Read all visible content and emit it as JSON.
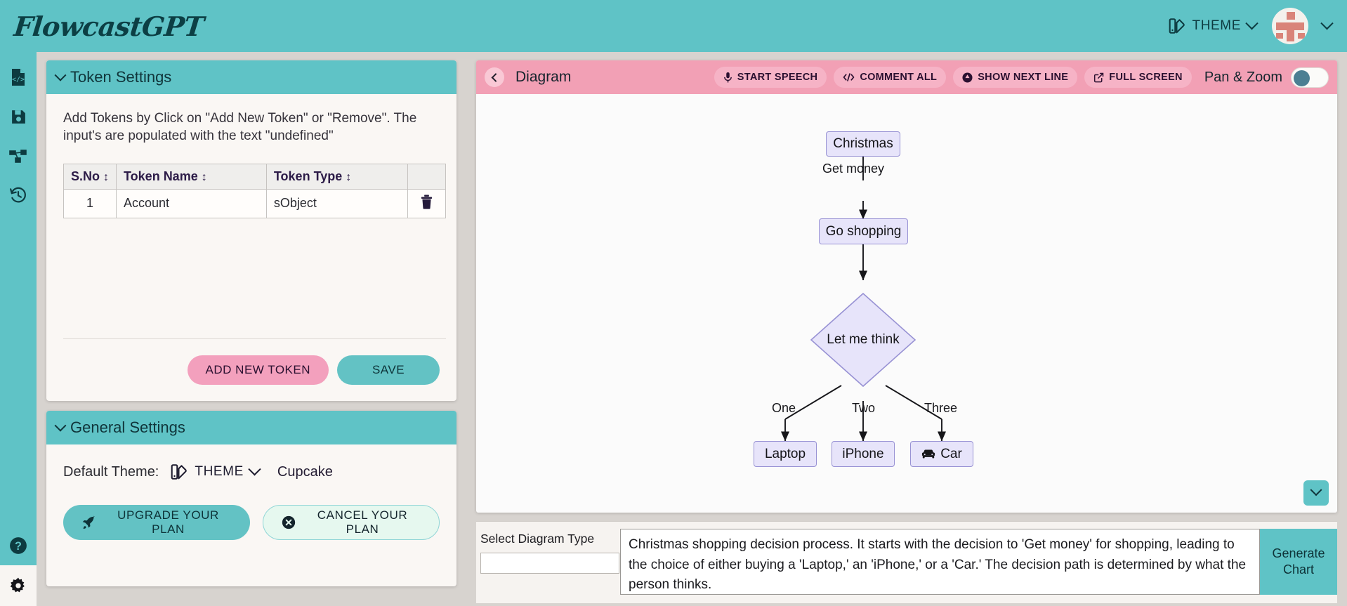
{
  "app": {
    "brand": "FlowcastGPT"
  },
  "topbar": {
    "theme_label": "THEME",
    "theme_icon": "palette-icon",
    "avatar_chevron_icon": "chevron-down-icon"
  },
  "rail": {
    "items": [
      {
        "name": "code-file-icon",
        "label": "Code"
      },
      {
        "name": "save-icon",
        "label": "Save"
      },
      {
        "name": "sitemap-icon",
        "label": "Diagram"
      },
      {
        "name": "history-icon",
        "label": "History"
      }
    ],
    "bottom": [
      {
        "name": "help-icon",
        "label": "Help"
      },
      {
        "name": "gear-icon",
        "label": "Settings"
      }
    ]
  },
  "token_settings": {
    "title": "Token Settings",
    "description": "Add Tokens by Click on \"Add New Token\" or \"Remove\". The input's are populated with the text \"undefined\"",
    "table": {
      "columns": [
        "S.No",
        "Token Name",
        "Token Type",
        ""
      ],
      "sort_glyph": "↕",
      "rows": [
        {
          "sno": "1",
          "token_name": "Account",
          "token_type": "sObject",
          "action_icon": "trash-icon"
        }
      ]
    },
    "add_button": "ADD NEW TOKEN",
    "save_button": "SAVE"
  },
  "general_settings": {
    "title": "General Settings",
    "default_theme_label": "Default Theme:",
    "theme_button": "THEME",
    "theme_value": "Cupcake",
    "upgrade_button": "UPGRADE YOUR PLAN",
    "cancel_button": "CANCEL YOUR PLAN"
  },
  "diagram_panel": {
    "title": "Diagram",
    "back_icon": "chevron-left-icon",
    "actions": [
      {
        "label": "START SPEECH",
        "icon": "microphone-icon"
      },
      {
        "label": "COMMENT ALL",
        "icon": "code-brackets-icon"
      },
      {
        "label": "SHOW NEXT LINE",
        "icon": "play-circle-icon"
      },
      {
        "label": "FULL SCREEN",
        "icon": "external-link-icon"
      }
    ],
    "pan_zoom_label": "Pan & Zoom",
    "pan_zoom_on": false,
    "scroll_down_icon": "chevron-down-icon"
  },
  "flowchart": {
    "type": "flowchart",
    "nodes": [
      {
        "id": "christmas",
        "label": "Christmas",
        "shape": "rect"
      },
      {
        "id": "shopping",
        "label": "Go shopping",
        "shape": "rect"
      },
      {
        "id": "think",
        "label": "Let me think",
        "shape": "diamond"
      },
      {
        "id": "laptop",
        "label": "Laptop",
        "shape": "rect"
      },
      {
        "id": "iphone",
        "label": "iPhone",
        "shape": "rect"
      },
      {
        "id": "car",
        "label": "Car",
        "shape": "rect",
        "icon": "car-icon"
      }
    ],
    "edges": [
      {
        "from": "christmas",
        "to": "shopping",
        "label": "Get money"
      },
      {
        "from": "shopping",
        "to": "think",
        "label": ""
      },
      {
        "from": "think",
        "to": "laptop",
        "label": "One"
      },
      {
        "from": "think",
        "to": "iphone",
        "label": "Two"
      },
      {
        "from": "think",
        "to": "car",
        "label": "Three"
      }
    ]
  },
  "bottom_bar": {
    "diagram_type_label": "Select Diagram Type",
    "diagram_type_value": "",
    "diagram_type_placeholder": "",
    "prompt_text": "Christmas shopping decision process. It starts with the decision to 'Get money' for shopping, leading to the choice of either buying a 'Laptop,' an 'iPhone,' or a 'Car.' The decision path is determined by what the person thinks.",
    "generate_button": "Generate Chart"
  },
  "colors": {
    "teal": "#5fc3c6",
    "pink": "#f2a0b5",
    "node_fill": "#e7e4fa",
    "node_stroke": "#9892d4",
    "dark_text": "#10353a"
  }
}
